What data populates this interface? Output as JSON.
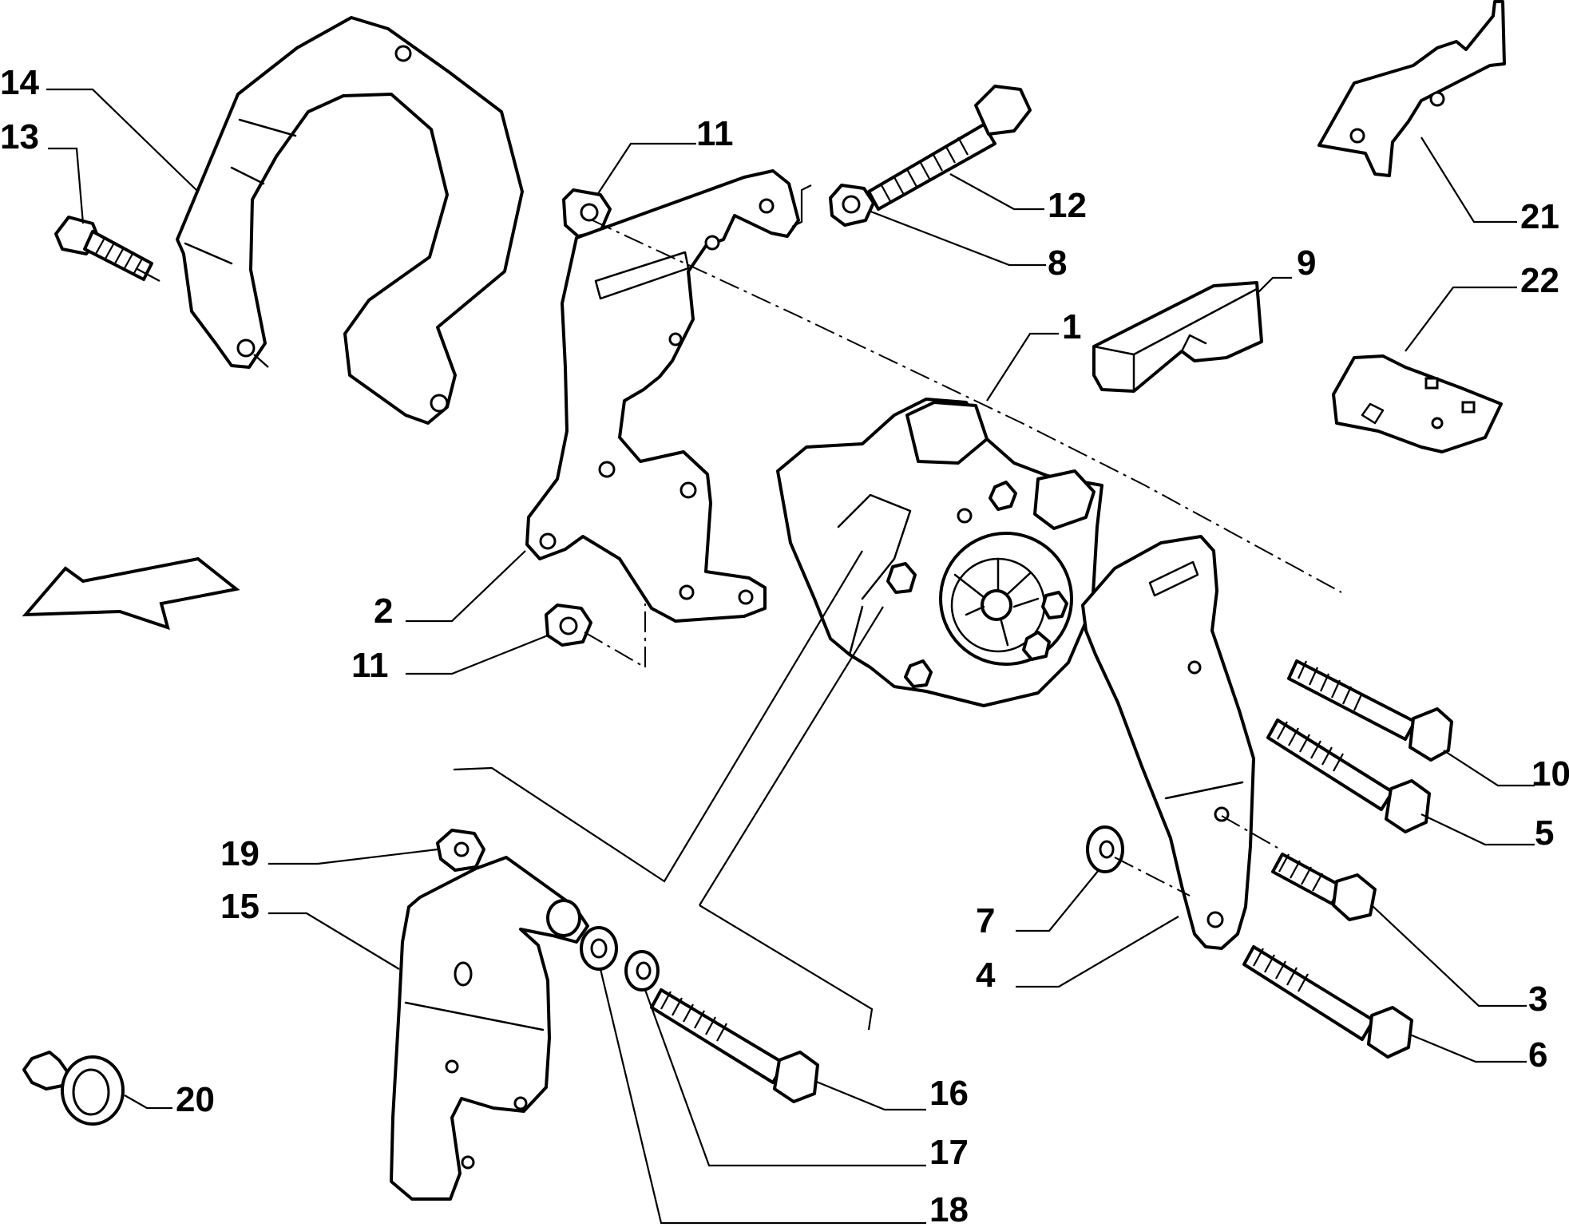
{
  "callouts": {
    "c1": "1",
    "c2": "2",
    "c3": "3",
    "c4": "4",
    "c5": "5",
    "c6": "6",
    "c7": "7",
    "c8": "8",
    "c9": "9",
    "c10": "10",
    "c11a": "11",
    "c11b": "11",
    "c12": "12",
    "c13": "13",
    "c14": "14",
    "c15": "15",
    "c16": "16",
    "c17": "17",
    "c18": "18",
    "c19": "19",
    "c20": "20",
    "c21": "21",
    "c22": "22"
  }
}
